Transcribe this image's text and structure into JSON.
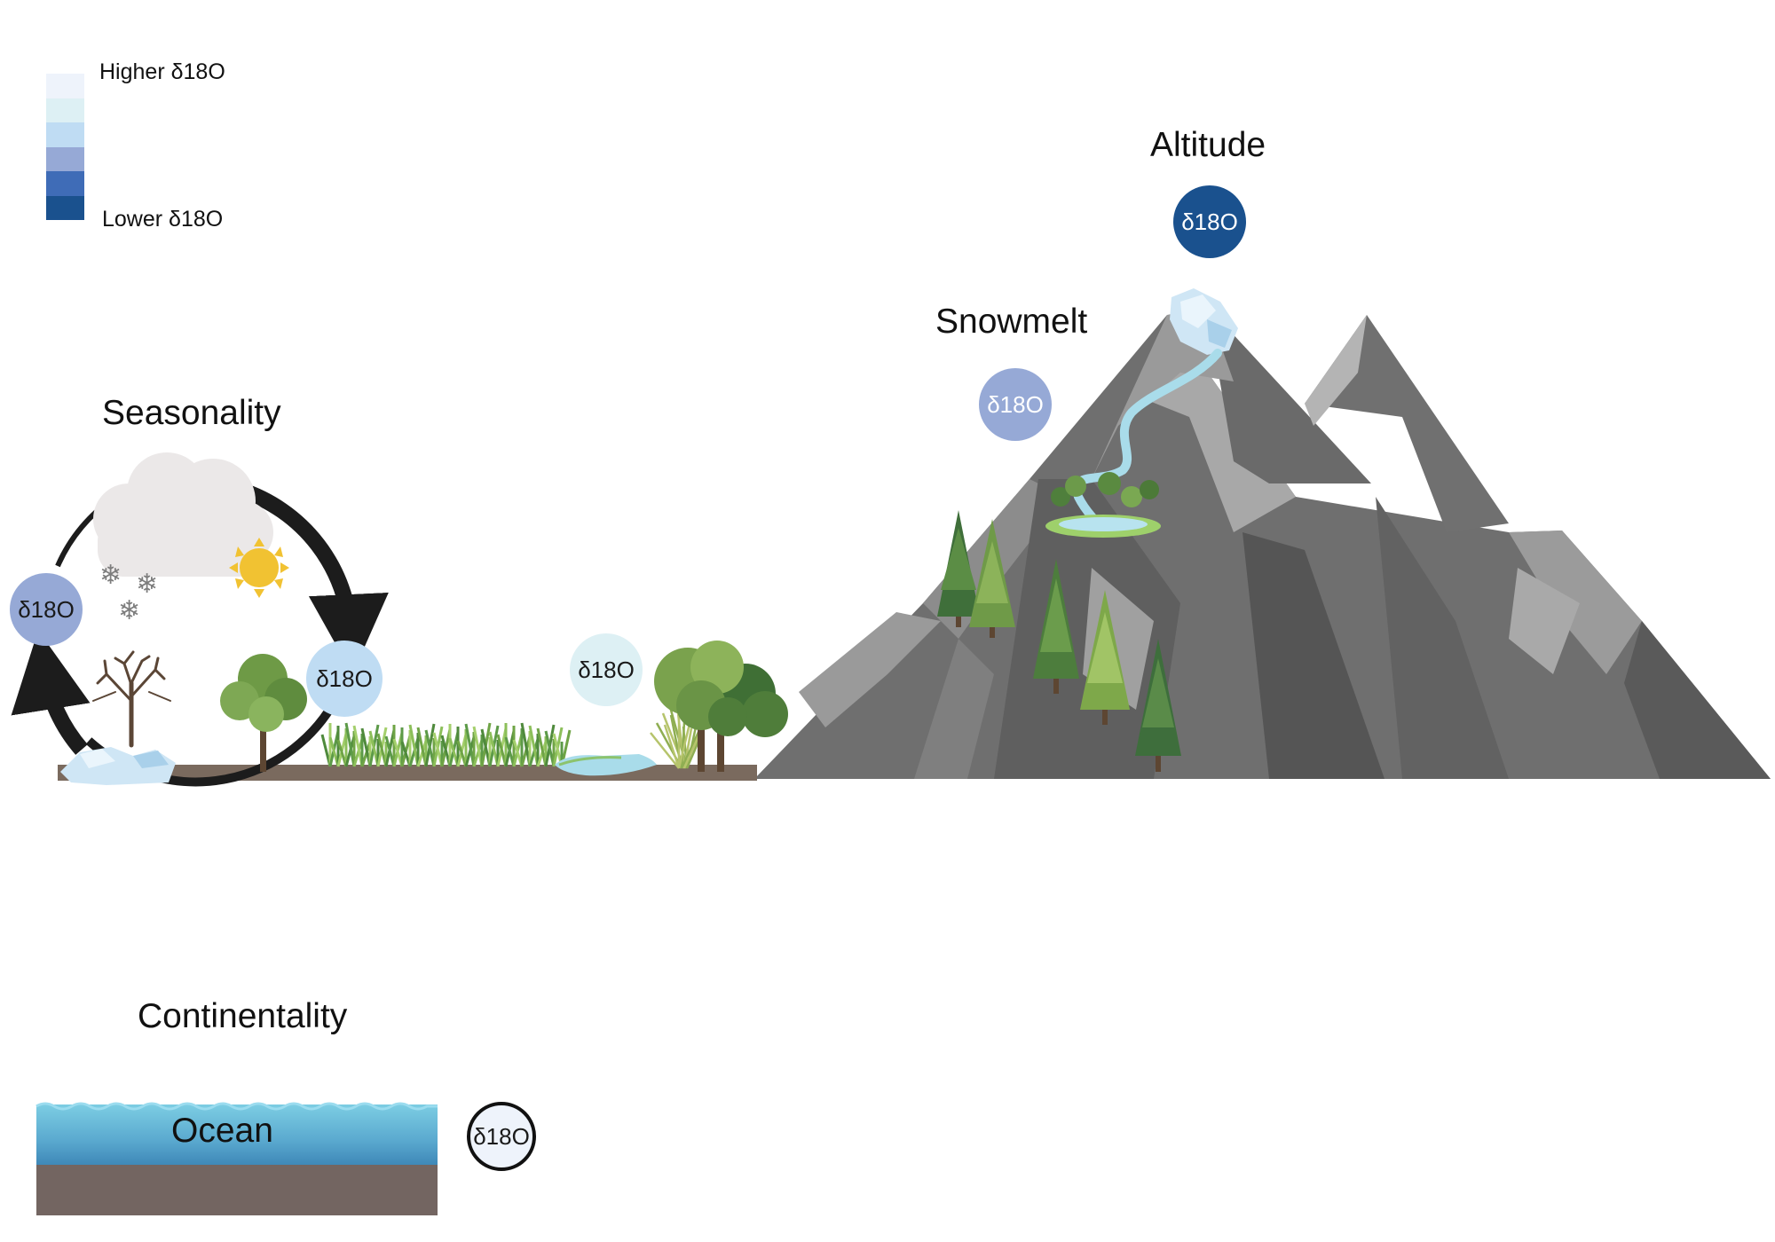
{
  "legend": {
    "higher_label": "Higher δ18O",
    "lower_label": "Lower δ18O",
    "swatch_colors": [
      "#eef3fb",
      "#ddf0f4",
      "#bfdcf3",
      "#96a9d6",
      "#3f6cb7",
      "#1a518e"
    ]
  },
  "titles": {
    "altitude": "Altitude",
    "snowmelt": "Snowmelt",
    "seasonality": "Seasonality",
    "continentality": "Continentality"
  },
  "bubbles": {
    "altitude": {
      "text": "δ18O",
      "fill": "#1a518e",
      "text_color": "#ffffff"
    },
    "snowmelt": {
      "text": "δ18O",
      "fill": "#96a9d6",
      "text_color": "#ffffff"
    },
    "winter": {
      "text": "δ18O",
      "fill": "#96a9d6",
      "text_color": "#1a1a1a"
    },
    "summer": {
      "text": "δ18O",
      "fill": "#bfdcf3",
      "text_color": "#1a1a1a"
    },
    "lake": {
      "text": "δ18O",
      "fill": "#ddf0f4",
      "text_color": "#1a1a1a"
    },
    "ocean": {
      "text": "δ18O",
      "fill": "#eef3fb",
      "text_color": "#1a1a1a",
      "outline": "#111111"
    }
  },
  "ocean": {
    "label": "Ocean"
  },
  "colors": {
    "mountain_dark": "#6f6f6f",
    "mountain_mid": "#8a8a8a",
    "mountain_light": "#b3b3b3",
    "ground": "#7a6a5e",
    "water": "#a9dcea",
    "arrow": "#1c1c1c"
  }
}
